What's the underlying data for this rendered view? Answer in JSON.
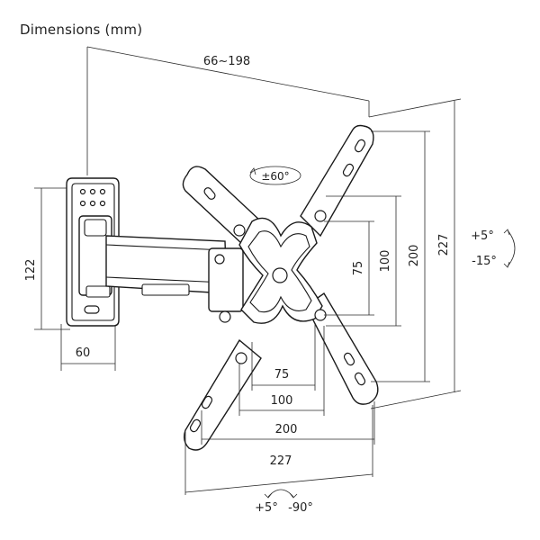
{
  "title": "Dimensions (mm)",
  "labels": {
    "arm_extension": "66~198",
    "swivel": "±60°",
    "tilt_up": "+5°",
    "tilt_down": "-15°",
    "rotate_left": "+5°",
    "rotate_right": "-90°",
    "wall_plate_height": "122",
    "wall_plate_width": "60",
    "vesa_v_75": "75",
    "vesa_v_100": "100",
    "vesa_v_200": "200",
    "vesa_v_227": "227",
    "vesa_h_75": "75",
    "vesa_h_100": "100",
    "vesa_h_200": "200",
    "vesa_h_227": "227"
  }
}
